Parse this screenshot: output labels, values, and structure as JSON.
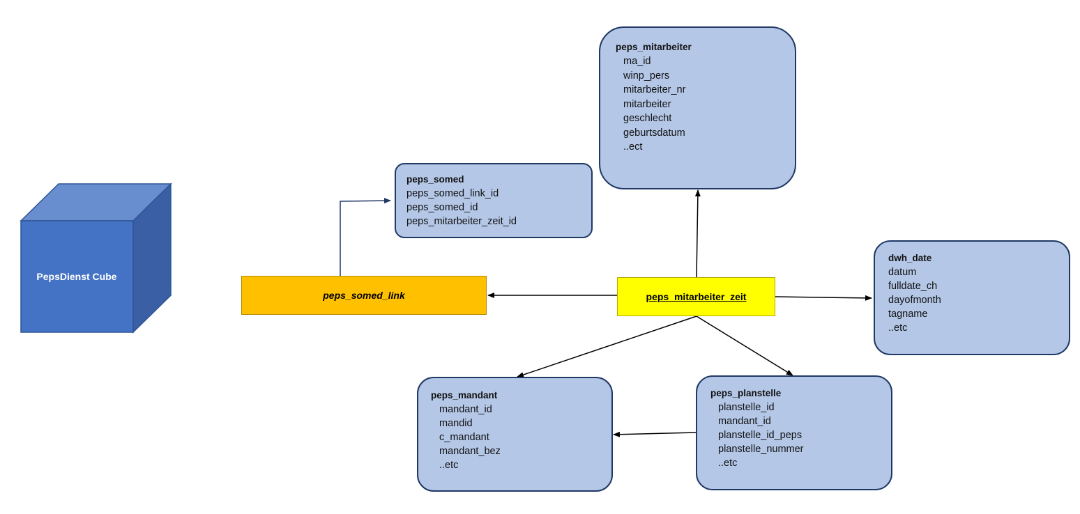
{
  "cube": {
    "label": "PepsDienst Cube"
  },
  "fact_links": {
    "somed_link": "peps_somed_link",
    "mitarbeiter_zeit": "peps_mitarbeiter_zeit"
  },
  "tables": {
    "peps_somed": {
      "title": "peps_somed",
      "fields": [
        "peps_somed_link_id",
        "peps_somed_id",
        "peps_mitarbeiter_zeit_id"
      ]
    },
    "peps_mitarbeiter": {
      "title": "peps_mitarbeiter",
      "fields": [
        "ma_id",
        "winp_pers",
        "mitarbeiter_nr",
        "mitarbeiter",
        "geschlecht",
        "geburtsdatum",
        "..ect"
      ]
    },
    "dwh_date": {
      "title": "dwh_date",
      "fields": [
        "datum",
        "fulldate_ch",
        "dayofmonth",
        "tagname",
        "..etc"
      ]
    },
    "peps_mandant": {
      "title": "peps_mandant",
      "fields": [
        "mandant_id",
        "mandid",
        "c_mandant",
        "mandant_bez",
        "..etc"
      ]
    },
    "peps_planstelle": {
      "title": "peps_planstelle",
      "fields": [
        "planstelle_id",
        "mandant_id",
        "planstelle_id_peps",
        "planstelle_nummer",
        "..etc"
      ]
    }
  },
  "colors": {
    "table_fill": "#b4c7e7",
    "table_border": "#1f3864",
    "cube_front": "#4472c4",
    "cube_top": "#698ed0",
    "cube_side": "#3a5fa4",
    "somed_link_fill": "#ffc000",
    "zeit_fill": "#ffff00"
  }
}
